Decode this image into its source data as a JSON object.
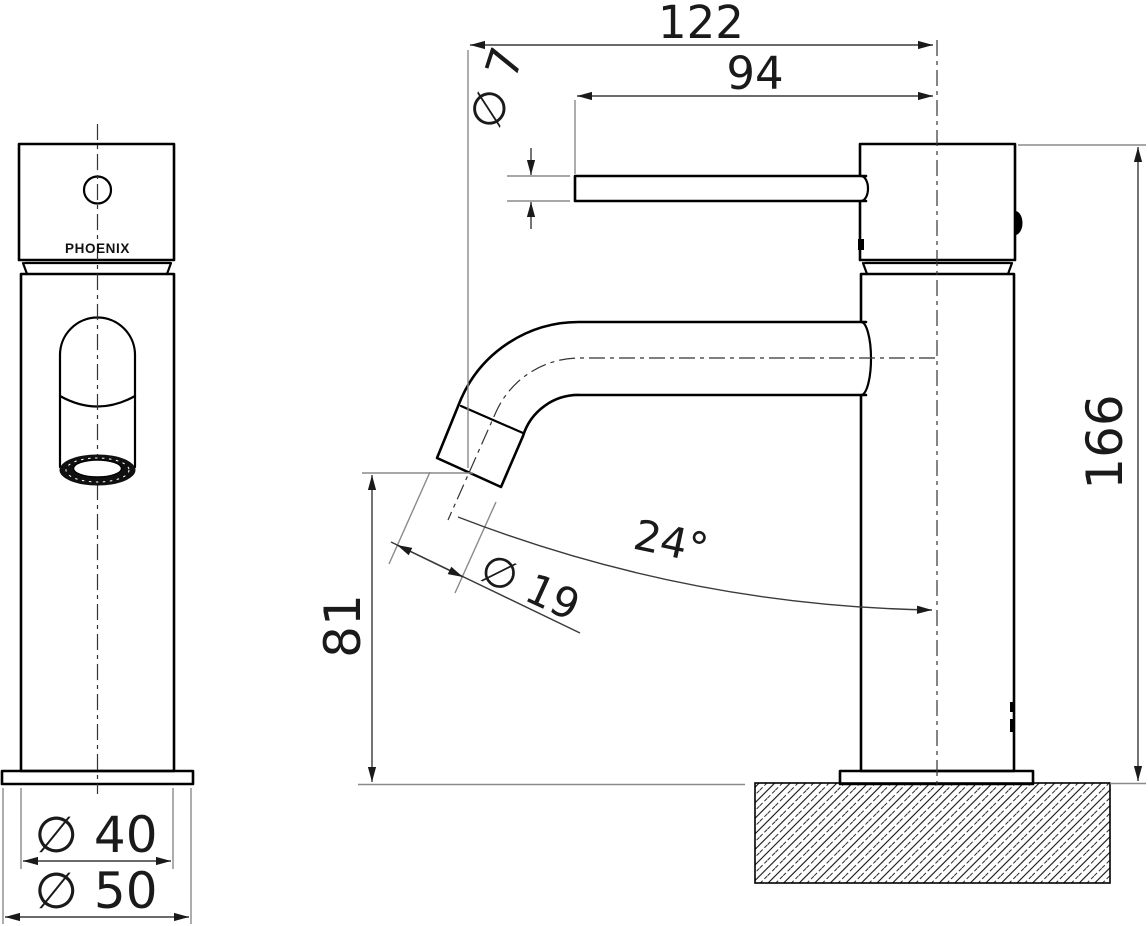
{
  "brand": "PHOENIX",
  "dimensions": {
    "overall_width": "122",
    "spout_reach": "94",
    "lever_diameter": "∅ 7",
    "overall_height": "166",
    "outlet_height": "81",
    "outlet_angle": "24°",
    "spout_diameter": "∅ 19",
    "body_diameter": "∅ 40",
    "base_diameter": "∅ 50"
  },
  "colors": {
    "outline": "#000000",
    "dimension_text": "#1a1a1a",
    "extension_line": "#8a8a8a",
    "background": "#ffffff"
  }
}
